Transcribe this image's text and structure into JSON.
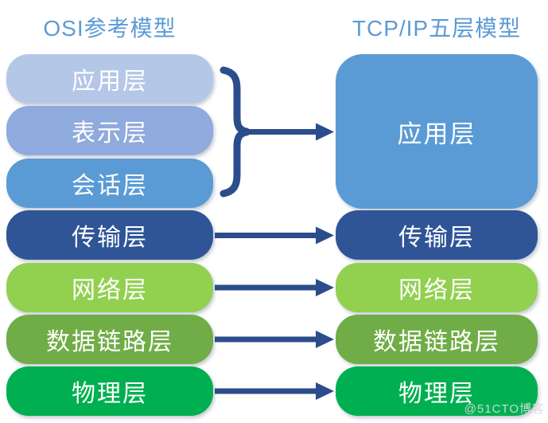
{
  "diagram": {
    "left_title": "OSI参考模型",
    "right_title": "TCP/IP五层模型",
    "title_color": "#5b9bd5",
    "connector_color": "#2b4d8c",
    "osi_layers": [
      {
        "label": "应用层",
        "color": "#b4c7e7"
      },
      {
        "label": "表示层",
        "color": "#8faadc"
      },
      {
        "label": "会话层",
        "color": "#5b9bd5"
      },
      {
        "label": "传输层",
        "color": "#2f5597"
      },
      {
        "label": "网络层",
        "color": "#92d050"
      },
      {
        "label": "数据链路层",
        "color": "#70ad47"
      },
      {
        "label": "物理层",
        "color": "#00b050"
      }
    ],
    "tcpip_layers": [
      {
        "label": "应用层",
        "color": "#5b9bd5"
      },
      {
        "label": "传输层",
        "color": "#2f5597"
      },
      {
        "label": "网络层",
        "color": "#92d050"
      },
      {
        "label": "数据链路层",
        "color": "#70ad47"
      },
      {
        "label": "物理层",
        "color": "#00b050"
      }
    ],
    "watermark": "@51CTO博客"
  }
}
